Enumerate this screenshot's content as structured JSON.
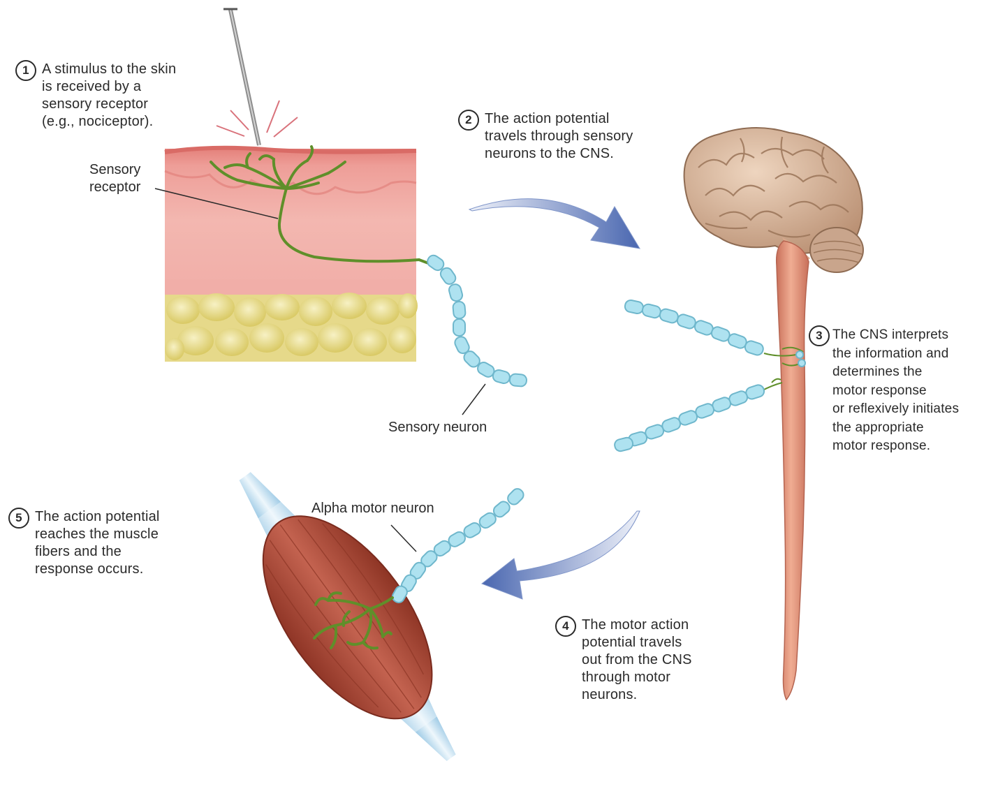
{
  "steps": [
    {
      "number": "1",
      "lines": [
        "A stimulus to the skin",
        "is received by a",
        "sensory receptor",
        "(e.g., nociceptor)."
      ]
    },
    {
      "number": "2",
      "lines": [
        "The action potential",
        "travels through sensory",
        "neurons to the CNS."
      ]
    },
    {
      "number": "3",
      "lines": [
        "The CNS interprets",
        "the information and",
        "determines the",
        "motor response",
        "or reflexively initiates",
        "the appropriate",
        "motor response."
      ]
    },
    {
      "number": "4",
      "lines": [
        "The motor action",
        "potential travels",
        "out from the CNS",
        "through motor",
        "neurons."
      ]
    },
    {
      "number": "5",
      "lines": [
        "The action potential",
        "reaches the muscle",
        "fibers and the",
        "response occurs."
      ]
    }
  ],
  "labels": {
    "sensory_receptor": [
      "Sensory",
      "receptor"
    ],
    "sensory_neuron": "Sensory neuron",
    "alpha_motor_neuron": "Alpha motor neuron"
  },
  "colors": {
    "skin_epidermis": "#e98f8a",
    "skin_dermis": "#f2b1ab",
    "fat": "#e3d77f",
    "nerve_ending": "#5f8f2a",
    "myelin": "#a9e0ef",
    "brain": "#d6b49a",
    "spinal_cord": "#e39a7e",
    "muscle": "#b4513f",
    "tendon": "#c7e3f2",
    "arrow": "#5b79bd"
  }
}
